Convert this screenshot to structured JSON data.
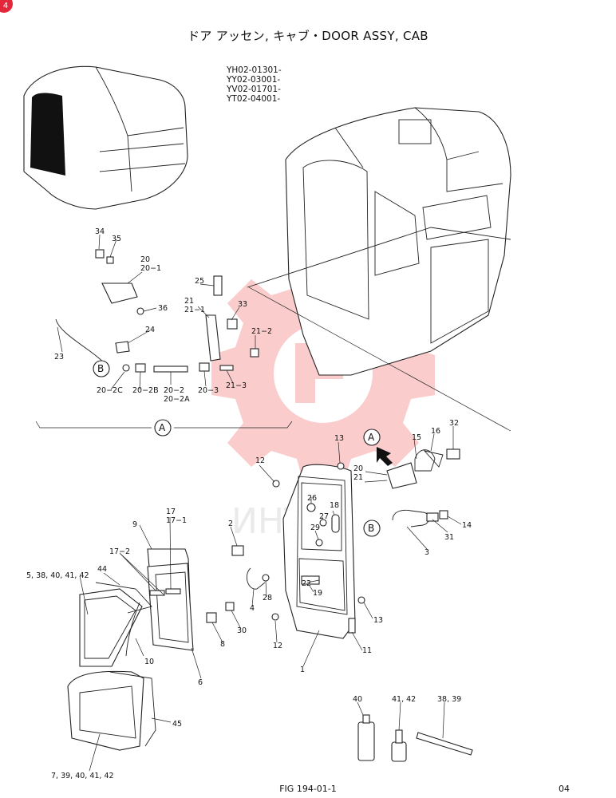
{
  "title": "ドア アッセン, キャブ・DOOR ASSY, CAB",
  "serials": [
    "YH02-01301-",
    "YY02-03001-",
    "YV02-01701-",
    "YT02-04001-"
  ],
  "footer": {
    "figure": "FIG 194-01-1",
    "page": "04"
  },
  "corner_badge": "4",
  "watermark": "ИНТЕХ",
  "circled_refs": {
    "a": "A",
    "b": "B"
  },
  "labels": {
    "l34": "34",
    "l35": "35",
    "l20a": "20",
    "l20_1": "20−1",
    "l36": "36",
    "l24": "24",
    "l23": "23",
    "l20_2c": "20−2C",
    "l20_2b": "20−2B",
    "l20_2": "20−2",
    "l20_2a": "20−2A",
    "l25": "25",
    "l21a": "21",
    "l21_1": "21−1",
    "l33": "33",
    "l21_2": "21−2",
    "l20_3": "20−3",
    "l21_3": "21−3",
    "l13a": "13",
    "l15": "15",
    "l16": "16",
    "l32": "32",
    "l12a": "12",
    "l20b": "20",
    "l21b": "21",
    "l26": "26",
    "l18": "18",
    "l27": "27",
    "l29": "29",
    "l14": "14",
    "l31": "31",
    "l3": "3",
    "l17": "17",
    "l17_1": "17−1",
    "l9": "9",
    "l2": "2",
    "l17_2": "17−2",
    "l44": "44",
    "l5grp": "5, 38, 40, 41, 42",
    "l22": "22",
    "l19": "19",
    "l28": "28",
    "l4": "4",
    "l13b": "13",
    "l30": "30",
    "l8": "8",
    "l10": "10",
    "l12b": "12",
    "l11": "11",
    "l1": "1",
    "l6": "6",
    "l45": "45",
    "l7grp": "7, 39, 40, 41, 42",
    "l40": "40",
    "l41_42": "41, 42",
    "l38_39": "38, 39"
  },
  "colors": {
    "ink": "#222222",
    "watermark": "#f08080",
    "badge": "#e2283a",
    "glass": "#111111"
  }
}
